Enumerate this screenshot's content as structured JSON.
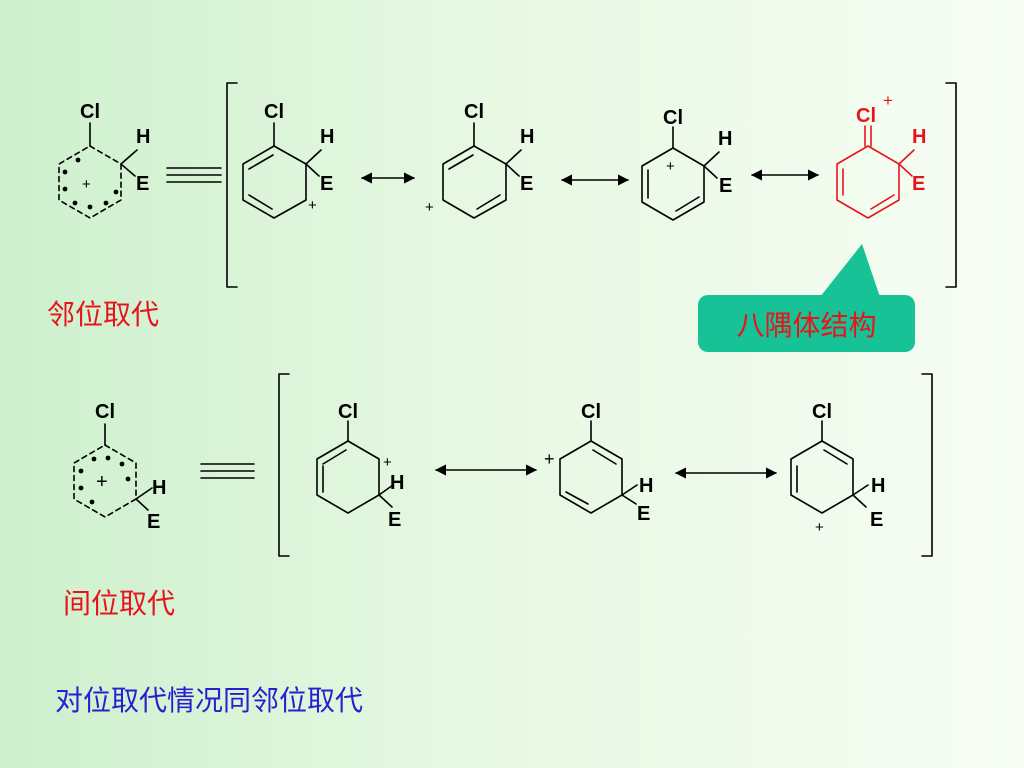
{
  "colors": {
    "ink": "#000000",
    "highlight": "#e8141c",
    "label_red": "#e8141c",
    "label_blue": "#2a1fd0",
    "callout_fill": "#16c296"
  },
  "atom_labels": {
    "chlorine": "Cl",
    "hydrogen": "H",
    "electrophile": "E",
    "plus": "+"
  },
  "ortho": {
    "caption": "邻位取代",
    "callout": "八隅体结构"
  },
  "meta": {
    "caption": "间位取代"
  },
  "para": {
    "note": "对位取代情况同邻位取代"
  }
}
